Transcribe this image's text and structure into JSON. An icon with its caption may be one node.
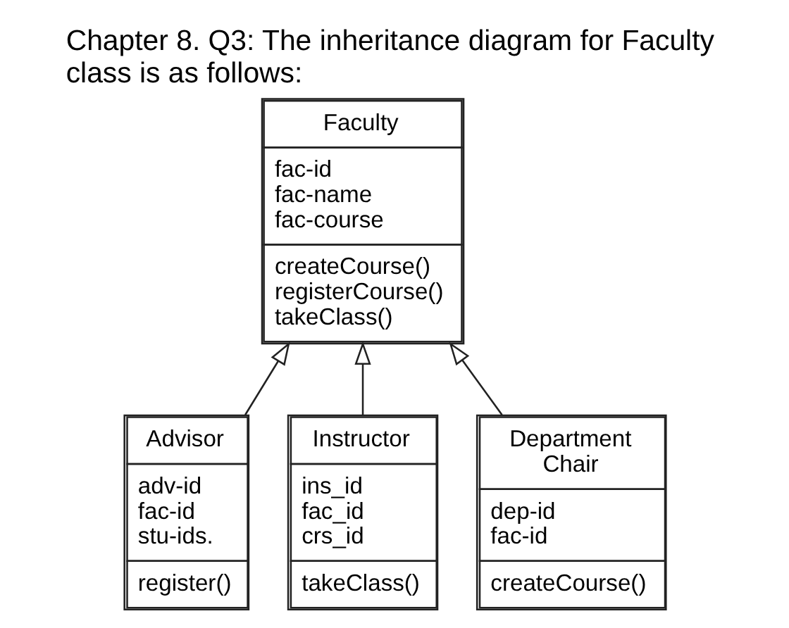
{
  "diagram": {
    "title": "Chapter 8. Q3: The inheritance diagram for Faculty class is as follows:",
    "nodes": [
      {
        "text": [
          "Faculty",
          "fac-id fac-name fac-course",
          "createCourse() registerCourse() takeClass()"
        ]
      },
      {
        "text": [
          "Advisor",
          "adv-id fac-id stu-ids.",
          "register()"
        ]
      },
      {
        "text": [
          "Instructor",
          "ins_id fac_id crs_id",
          "takeClass()"
        ]
      },
      {
        "text": [
          "Department Chair",
          "dep-id fac-id",
          "createCourse()"
        ]
      }
    ],
    "edges": [
      {
        "from": 1,
        "to": 0,
        "arrow": "to"
      },
      {
        "from": 2,
        "to": 0,
        "arrow": "to"
      },
      {
        "from": 3,
        "to": 0,
        "arrow": "to"
      }
    ]
  }
}
